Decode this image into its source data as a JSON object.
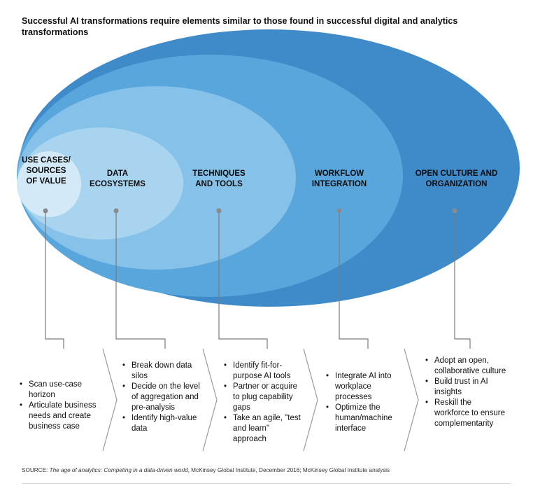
{
  "title": "Successful AI transformations require elements similar to those found in successful digital and analytics transformations",
  "colors": {
    "outer_ring": "#3f8ac9",
    "ring_2": "#58a6dc",
    "ring_3": "#85c1e8",
    "ring_4": "#a8d4f0",
    "inner_core": "#d3e9f7",
    "connector": "#7a7a7a",
    "dot": "#8a8a8a",
    "chevron": "#9a9a9a"
  },
  "stages": [
    {
      "label": "USE CASES/ SOURCES OF VALUE",
      "bullets": [
        "Scan use-case horizon",
        "Articulate business needs and create business case"
      ]
    },
    {
      "label": "DATA ECOSYSTEMS",
      "bullets": [
        "Break down data silos",
        "Decide on the level of aggregation and pre-analysis",
        "Identify high-value data"
      ]
    },
    {
      "label": "TECHNIQUES AND TOOLS",
      "bullets": [
        "Identify fit-for-purpose AI tools",
        "Partner or acquire to plug capability gaps",
        "Take an agile, \"test and learn\" approach"
      ]
    },
    {
      "label": "WORKFLOW INTEGRATION",
      "bullets": [
        "Integrate AI into workplace processes",
        "Optimize the human/machine interface"
      ]
    },
    {
      "label": "OPEN CULTURE AND ORGANIZATION",
      "bullets": [
        "Adopt an open, collaborative culture",
        "Build trust in AI insights",
        "Reskill the workforce to ensure complementarity"
      ]
    }
  ],
  "source": {
    "prefix": "SOURCE: ",
    "italic": "The age of analytics: Competing in a data-driven world",
    "rest": ", McKinsey Global Institute, December 2016; McKinsey Global Institute analysis"
  }
}
